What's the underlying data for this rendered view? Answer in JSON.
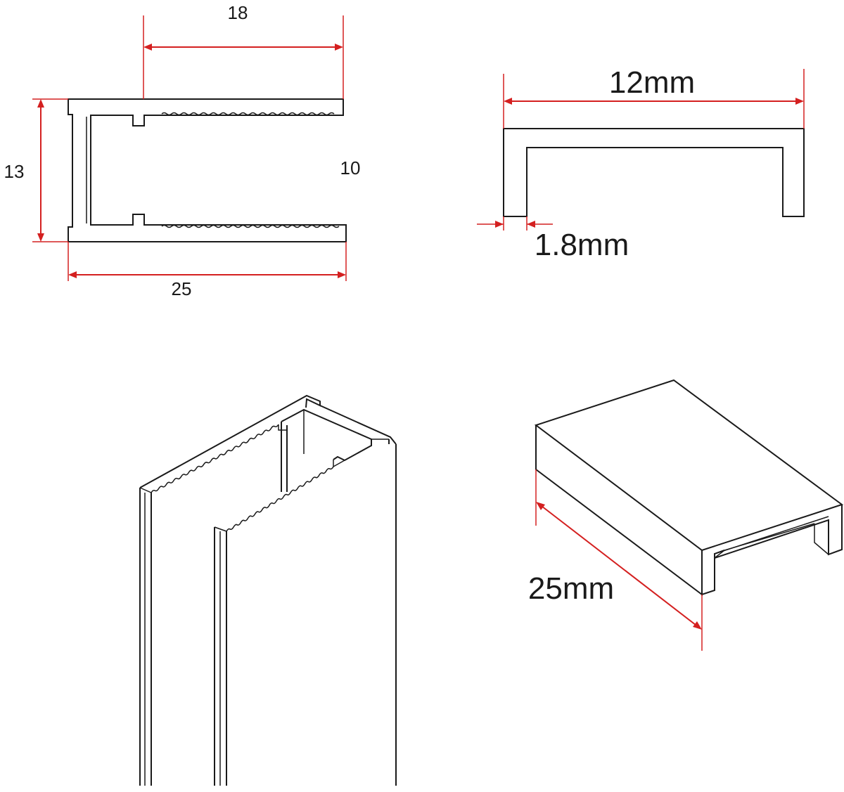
{
  "profile_section": {
    "dim_top": "18",
    "dim_left": "13",
    "dim_opening": "10",
    "dim_bottom": "25"
  },
  "cap_section": {
    "dim_width": "12mm",
    "dim_thickness": "1.8mm"
  },
  "cap_3d": {
    "dim_length": "25mm"
  },
  "colors": {
    "line": "#1a1a1a",
    "dimension": "#d42020",
    "background": "#ffffff"
  }
}
